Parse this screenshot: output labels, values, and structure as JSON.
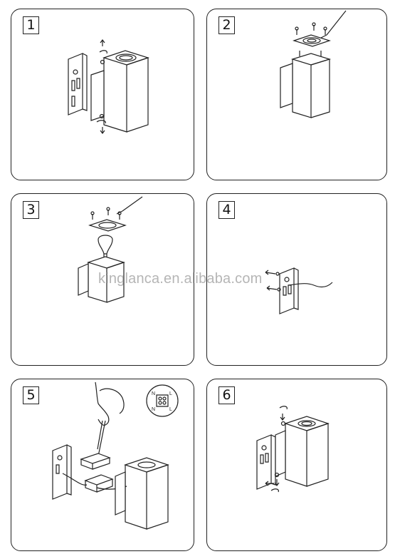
{
  "steps": [
    {
      "number": "1"
    },
    {
      "number": "2"
    },
    {
      "number": "3"
    },
    {
      "number": "4"
    },
    {
      "number": "5"
    },
    {
      "number": "6"
    }
  ],
  "wiring_labels": {
    "n_top": "N",
    "l_top": "L",
    "n_bottom": "N",
    "l_bottom": "L"
  },
  "watermark": "kinglanca.en.alibaba.com"
}
